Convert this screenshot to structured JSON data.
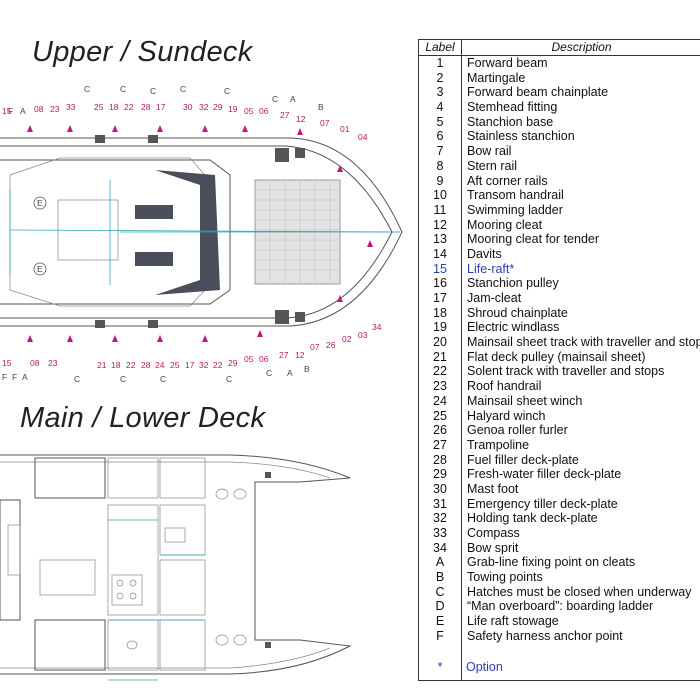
{
  "headings": {
    "upper": "Upper / Sundeck",
    "lower": "Main / Lower Deck"
  },
  "legend": {
    "header_label": "Label",
    "header_description": "Description",
    "items": [
      {
        "label": "1",
        "description": "Forward beam"
      },
      {
        "label": "2",
        "description": "Martingale"
      },
      {
        "label": "3",
        "description": "Forward beam chainplate"
      },
      {
        "label": "4",
        "description": "Stemhead fitting"
      },
      {
        "label": "5",
        "description": "Stanchion base"
      },
      {
        "label": "6",
        "description": "Stainless stanchion"
      },
      {
        "label": "7",
        "description": "Bow rail"
      },
      {
        "label": "8",
        "description": "Stern rail"
      },
      {
        "label": "9",
        "description": "Aft corner rails"
      },
      {
        "label": "10",
        "description": "Transom handrail"
      },
      {
        "label": "11",
        "description": "Swimming ladder"
      },
      {
        "label": "12",
        "description": "Mooring cleat"
      },
      {
        "label": "13",
        "description": "Mooring cleat for tender"
      },
      {
        "label": "14",
        "description": "Davits"
      },
      {
        "label": "15",
        "description": "Life-raft*",
        "option": true
      },
      {
        "label": "16",
        "description": "Stanchion pulley"
      },
      {
        "label": "17",
        "description": "Jam-cleat"
      },
      {
        "label": "18",
        "description": "Shroud chainplate"
      },
      {
        "label": "19",
        "description": "Electric windlass"
      },
      {
        "label": "20",
        "description": "Mainsail sheet track with traveller and stops"
      },
      {
        "label": "21",
        "description": "Flat deck pulley (mainsail sheet)"
      },
      {
        "label": "22",
        "description": "Solent track with traveller and stops"
      },
      {
        "label": "23",
        "description": "Roof handrail"
      },
      {
        "label": "24",
        "description": "Mainsail sheet winch"
      },
      {
        "label": "25",
        "description": "Halyard winch"
      },
      {
        "label": "26",
        "description": "Genoa roller furler"
      },
      {
        "label": "27",
        "description": "Trampoline"
      },
      {
        "label": "28",
        "description": "Fuel filler deck-plate"
      },
      {
        "label": "29",
        "description": "Fresh-water filler deck-plate"
      },
      {
        "label": "30",
        "description": "Mast foot"
      },
      {
        "label": "31",
        "description": "Emergency tiller deck-plate"
      },
      {
        "label": "32",
        "description": "Holding tank deck-plate"
      },
      {
        "label": "33",
        "description": "Compass"
      },
      {
        "label": "34",
        "description": "Bow sprit"
      },
      {
        "label": "A",
        "description": "Grab-line fixing point on cleats"
      },
      {
        "label": "B",
        "description": "Towing points"
      },
      {
        "label": "C",
        "description": "Hatches must be closed when underway"
      },
      {
        "label": "D",
        "description": "“Man overboard”: boarding ladder"
      },
      {
        "label": "E",
        "description": "Life raft stowage"
      },
      {
        "label": "F",
        "description": "Safety harness anchor point"
      }
    ],
    "footnote_symbol": "*",
    "footnote_text": "Option"
  },
  "diagram_labels": {
    "top_row": [
      "F",
      "A",
      "15",
      "08",
      "23",
      "33",
      "25",
      "18",
      "22",
      "28",
      "17",
      "30",
      "32",
      "29",
      "19",
      "05",
      "06",
      "27",
      "12",
      "07",
      "01",
      "04"
    ],
    "bottom_row": [
      "15",
      "08",
      "23",
      "21",
      "18",
      "22",
      "28",
      "24",
      "25",
      "17",
      "32",
      "22",
      "29",
      "05",
      "06",
      "27",
      "12",
      "07",
      "26",
      "02",
      "03",
      "34"
    ],
    "circle_top": [
      "C",
      "C",
      "C",
      "C",
      "C",
      "C",
      "A",
      "B"
    ],
    "circle_bottom": [
      "F",
      "F",
      "A",
      "C",
      "C",
      "C",
      "C",
      "A",
      "B",
      "C"
    ],
    "raft": "E"
  },
  "colors": {
    "accent_pink": "#c4177e",
    "option_blue": "#2a3fb3",
    "rigging_cyan": "#2aa7b8",
    "roof_grey": "#4a4d5a"
  }
}
